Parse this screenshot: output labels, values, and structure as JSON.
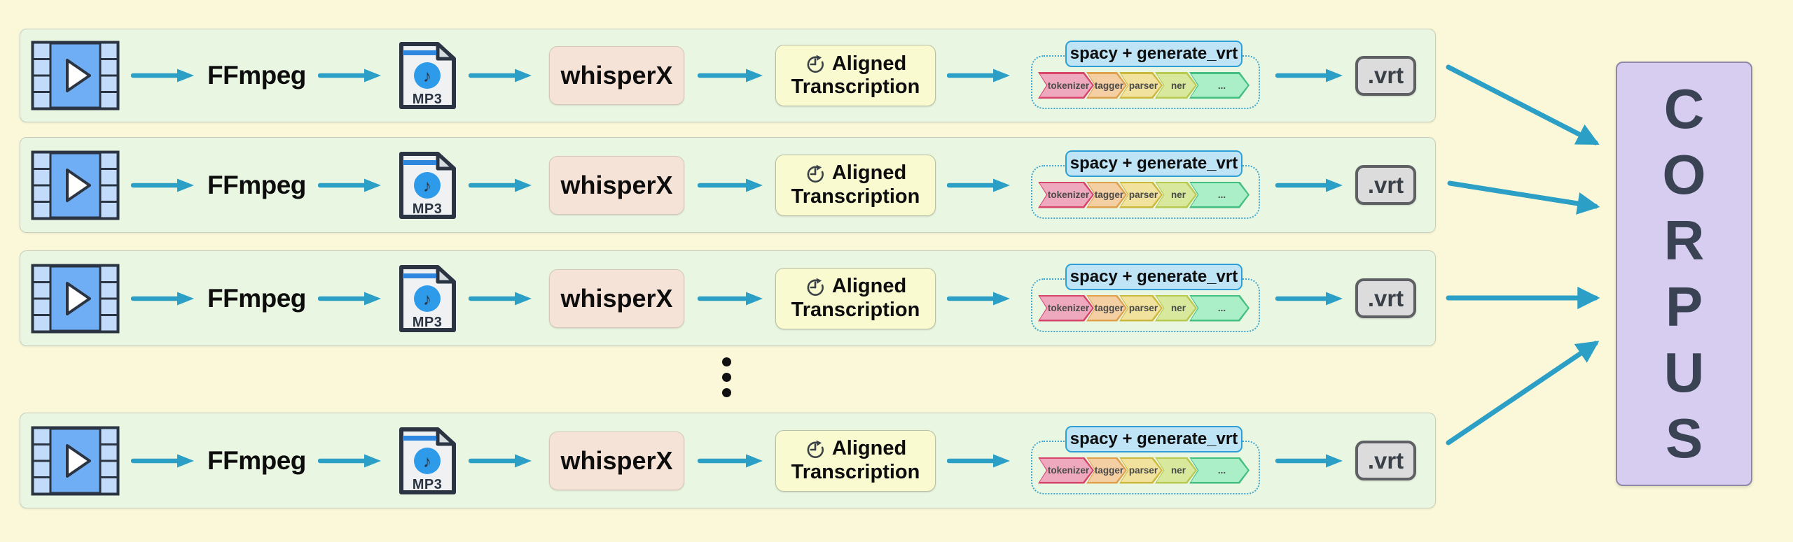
{
  "rows_count": 4,
  "pipeline_row": {
    "video_icon": "video-file-icon",
    "ffmpeg_label": "FFmpeg",
    "mp3_icon": "mp3-audio-file-icon",
    "mp3_label": "MP3",
    "mp3_note_glyph": "♪",
    "whisperx_label": "whisperX",
    "aligned_icon": "clock-history-icon",
    "aligned_line1": "Aligned",
    "aligned_line2": "Transcription",
    "spacy_label": "spacy + generate_vrt",
    "spacy_components": [
      "tokenizer",
      "tagger",
      "parser",
      "ner",
      "..."
    ],
    "vrt_label": ".vrt"
  },
  "corpus": {
    "label": "CORPUS",
    "letters": [
      "C",
      "O",
      "R",
      "P",
      "U",
      "S"
    ]
  },
  "colors": {
    "bg": "#FAF8D8",
    "row-bg": "#E9F6E2",
    "row-border": "#C7CEBF",
    "arrow": "#2B9FC6",
    "video-body": "#6FAEF5",
    "video-sprocket": "#C2DBFB",
    "mp3-file": "#EFF1F3",
    "mp3-stripe": "#2E86DE",
    "mp3-circle": "#2D9BEA",
    "whisper-bg": "#F5E3D7",
    "whisper-border": "#D8C7B8",
    "aligned-bg": "#F9FAD0",
    "aligned-border": "#B9BFA4",
    "label-bg": "#BEE4F6",
    "label-border": "#2E9FD6",
    "dotted": "#3EA7D0",
    "chev0-border": "#D8456B",
    "chev0-fill": "#EFA9BF",
    "chev1-border": "#E0A14C",
    "chev1-fill": "#F4CFA3",
    "chev2-border": "#CDB83E",
    "chev2-fill": "#F1E29D",
    "chev3-border": "#B8C94F",
    "chev3-fill": "#D8E99E",
    "chev4-border": "#43BF82",
    "chev4-fill": "#AAEFC7",
    "vrt-bg": "#DCDCDC",
    "vrt-border": "#5E6064",
    "vrt-text": "#3A4048",
    "corpus-bg": "#D7CDF1",
    "corpus-border": "#8F87A8",
    "corpus-text": "#3A4354"
  }
}
